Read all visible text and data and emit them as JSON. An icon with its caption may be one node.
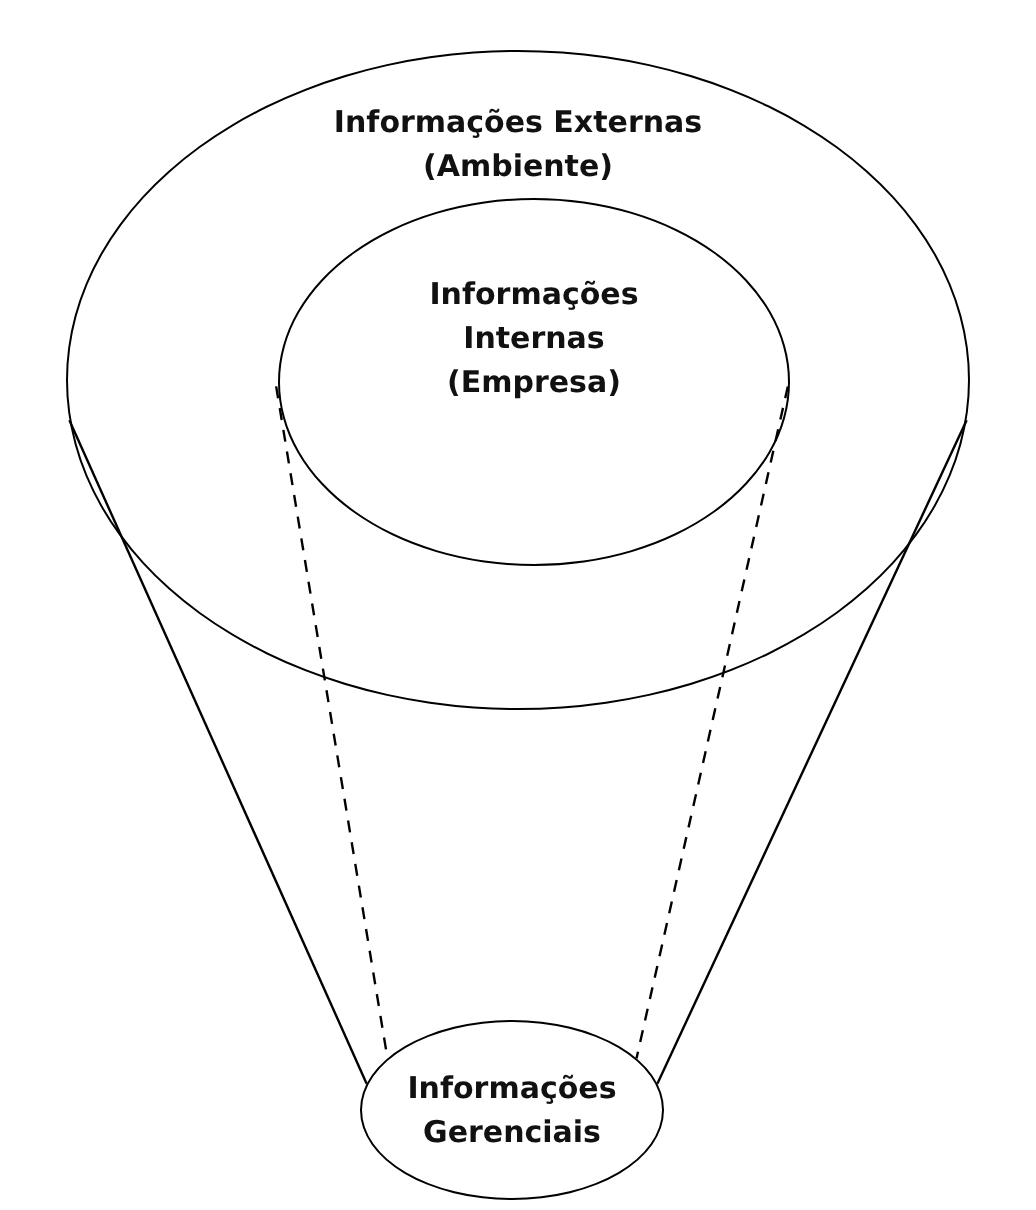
{
  "diagram": {
    "nodes": [
      {
        "text": [
          "Informações Externas (Ambiente)"
        ]
      },
      {
        "text": [
          "Informações Internas (Empresa)"
        ],
        "in": 0
      },
      {
        "text": [
          "Informações Gerenciais"
        ]
      }
    ],
    "edges": [
      {
        "from": 0,
        "to": 2,
        "arrow": "none"
      },
      {
        "from": 0,
        "to": 2,
        "arrow": "none"
      },
      {
        "from": 1,
        "to": 2,
        "arrow": "none",
        "style": "dashed"
      },
      {
        "from": 1,
        "to": 2,
        "arrow": "none",
        "style": "dashed"
      }
    ]
  }
}
